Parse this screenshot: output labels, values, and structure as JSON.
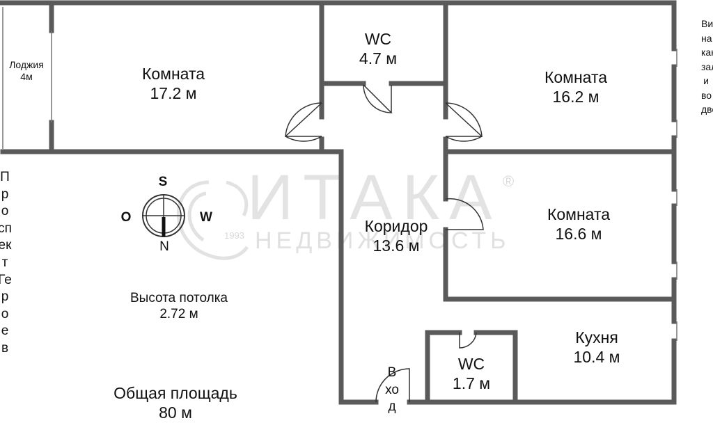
{
  "watermark": {
    "brand": "ИТАКА",
    "tagline": "НЕДВИЖИМОСТЬ",
    "year": "1993",
    "reg_mark": "®"
  },
  "rooms": {
    "loggia": {
      "name": "Лоджия",
      "area": "4м"
    },
    "room_1": {
      "name": "Комната",
      "area": "17.2 м"
    },
    "wc_top": {
      "name": "WC",
      "area": "4.7 м"
    },
    "room_2": {
      "name": "Комната",
      "area": "16.2 м"
    },
    "corridor": {
      "name": "Коридор",
      "area": "13.6 м"
    },
    "room_3": {
      "name": "Комната",
      "area": "16.6 м"
    },
    "kitchen": {
      "name": "Кухня",
      "area": "10.4 м"
    },
    "wc_bottom": {
      "name": "WC",
      "area": "1.7 м"
    }
  },
  "ceiling": {
    "label": "Высота потолка",
    "value": "2.72 м"
  },
  "total": {
    "label": "Общая площадь",
    "value": "80 м"
  },
  "entrance": "Вход",
  "left_street": "Проспект  Героев",
  "right_note": "Вид  на  канал,  залив  и  во  двор",
  "compass": {
    "north": "N",
    "south": "S",
    "east": "O",
    "west": "W"
  }
}
